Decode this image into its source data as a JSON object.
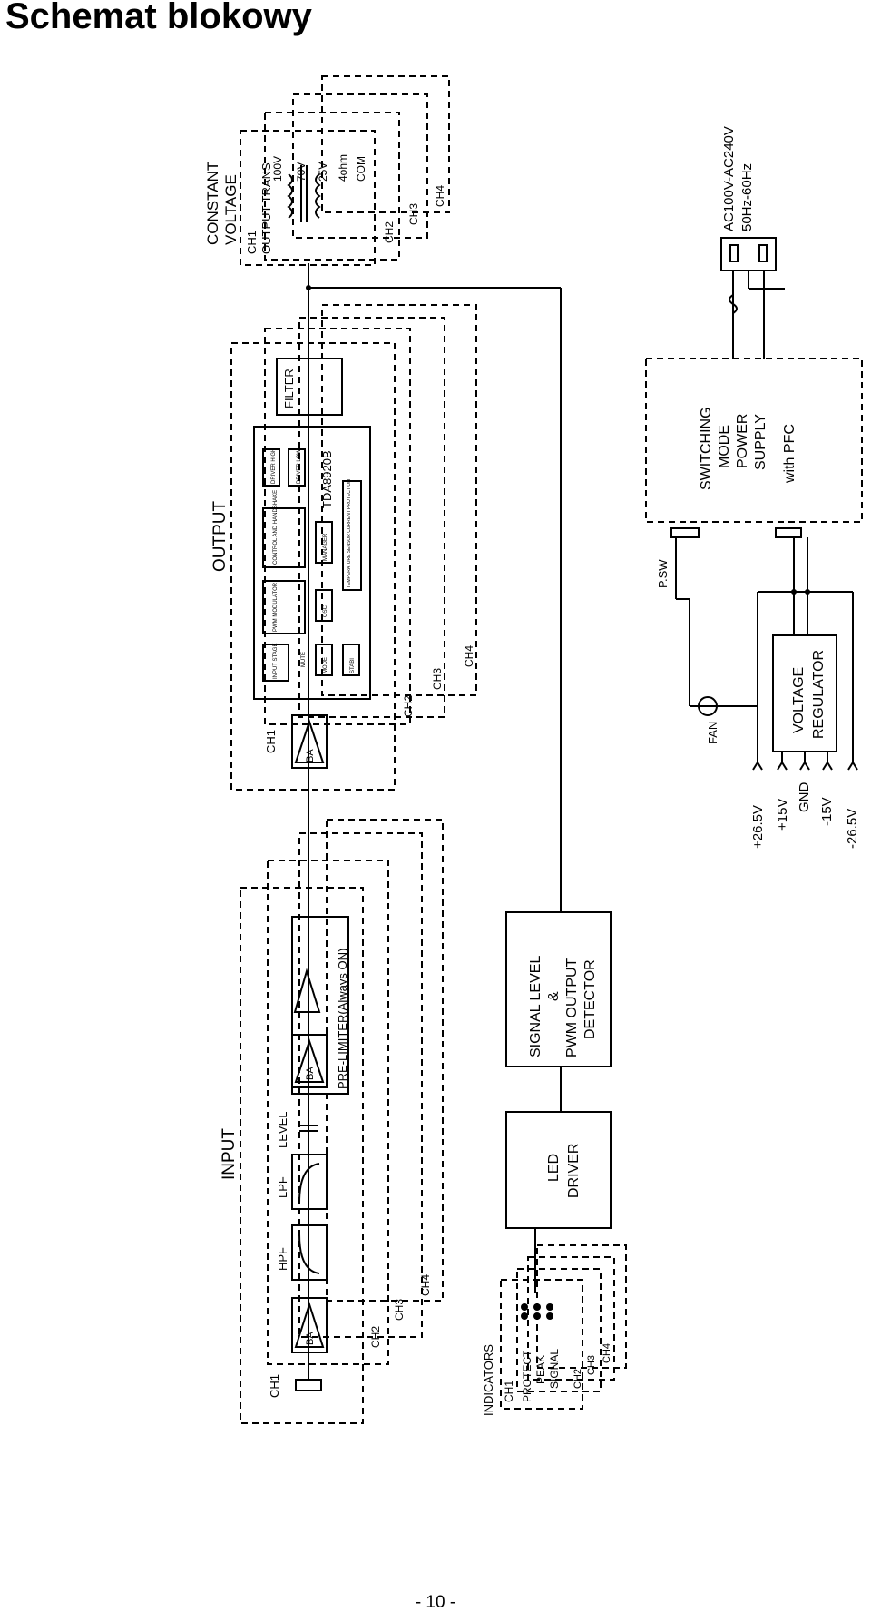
{
  "page": {
    "title": "Schemat blokowy",
    "page_number": "- 10 -"
  },
  "power": {
    "mains": [
      "AC100V-AC240V",
      "50Hz-60Hz"
    ],
    "smps": [
      "SWITCHING",
      "MODE",
      "POWER",
      "SUPPLY",
      "with PFC"
    ],
    "psw": "P.SW",
    "regulator": [
      "VOLTAGE",
      "REGULATOR"
    ],
    "fan": "FAN",
    "rails": [
      "+26.5V",
      "+15V",
      "GND",
      "-15V",
      "-26.5V"
    ]
  },
  "constant_voltage": {
    "title": [
      "CONSTANT",
      "VOLTAGE"
    ],
    "trans": [
      "CH1",
      "OUTPUT TRANS"
    ],
    "taps": [
      "100V",
      "70V",
      "25V",
      "4ohm",
      "COM"
    ],
    "channels": [
      "CH2",
      "CH3",
      "CH4"
    ]
  },
  "output": {
    "title": "OUTPUT",
    "ch1": "CH1",
    "ba": "BA",
    "filter": "FILTER",
    "chip": "TDA8920B",
    "blocks": [
      "INPUT STAGE",
      "MUTE",
      "MODE",
      "STABI",
      "PWM MODULATOR",
      "OSC",
      "CONTROL AND HANDSHAKE",
      "MANAGER",
      "DRIVER HIGH",
      "DRIVER LOW",
      "TEMPERATURE SENSOR CURRENT PROTECTION"
    ],
    "channels": [
      "CH2",
      "CH3",
      "CH4"
    ]
  },
  "input": {
    "title": "INPUT",
    "ch1": "CH1",
    "ba": "BA",
    "hpf": "HPF",
    "lpf": "LPF",
    "level": "LEVEL",
    "limiter": "PRE-LIMITER(Always ON)",
    "channels": [
      "CH2",
      "CH3",
      "CH4"
    ]
  },
  "signal_detector": [
    "SIGNAL LEVEL",
    "&",
    "PWM OUTPUT",
    "DETECTOR"
  ],
  "led_driver": [
    "LED",
    "DRIVER"
  ],
  "indicators": {
    "title": "INDICATORS",
    "ch1": "CH1",
    "leds": [
      "PROTECT",
      "PEAK",
      "SIGNAL"
    ],
    "channels": [
      "CH2",
      "CH3",
      "CH4"
    ]
  }
}
